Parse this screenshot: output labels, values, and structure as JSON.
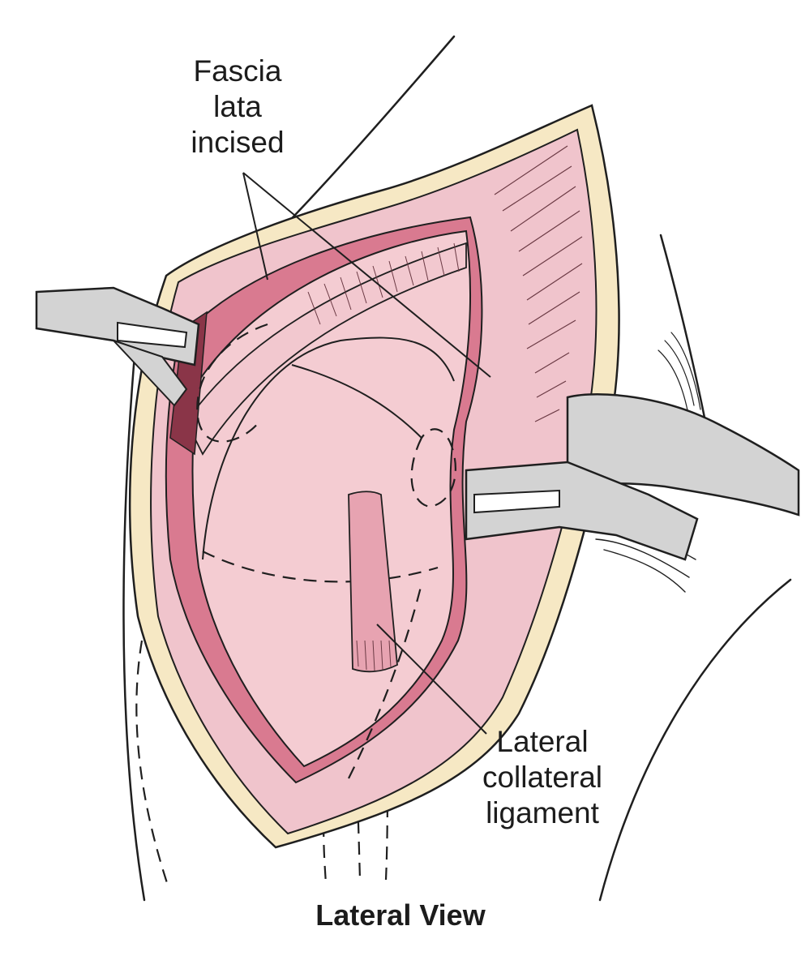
{
  "labels": {
    "fascia_lata": [
      "Fascia",
      "lata",
      "incised"
    ],
    "lateral_collateral_ligament": [
      "Lateral",
      "collateral",
      "ligament"
    ]
  },
  "caption": "Lateral View",
  "colors": {
    "skin_edge": "#f6e8c4",
    "fascia": "#f0c4cc",
    "deep_tissue": "#d97a90",
    "joint": "#f4ccd2",
    "ligament": "#e7a3b1",
    "retractor": "#d3d3d3",
    "outline": "#1f1f1f"
  },
  "icons": [
    "retractor-icon",
    "retractor-icon",
    "retractor-icon"
  ]
}
